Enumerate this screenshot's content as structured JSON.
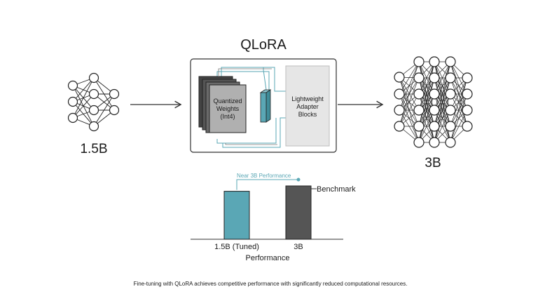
{
  "title": "QLoRA",
  "left_model_label": "1.5B",
  "right_model_label": "3B",
  "quantized_block": {
    "line1": "Quantized",
    "line2": "Weights",
    "line3": "(Int4)"
  },
  "adapter_block": {
    "line1": "Lightweight",
    "line2": "Adapter",
    "line3": "Blocks"
  },
  "colors": {
    "teal": "#5aa7b5",
    "dark_bar": "#555555",
    "adapter_fill": "#e6e6e6",
    "quant_fill": "#b0b0b0"
  },
  "chart_data": {
    "type": "bar",
    "categories": [
      "1.5B (Tuned)",
      "3B"
    ],
    "values": [
      0.9,
      1.0
    ],
    "xlabel": "Performance",
    "annotation": "Near 3B Performance",
    "benchmark_label": "Benchmark"
  },
  "caption": "Fine-tuning with QLoRA achieves competitive performance with significantly reduced computational resources."
}
